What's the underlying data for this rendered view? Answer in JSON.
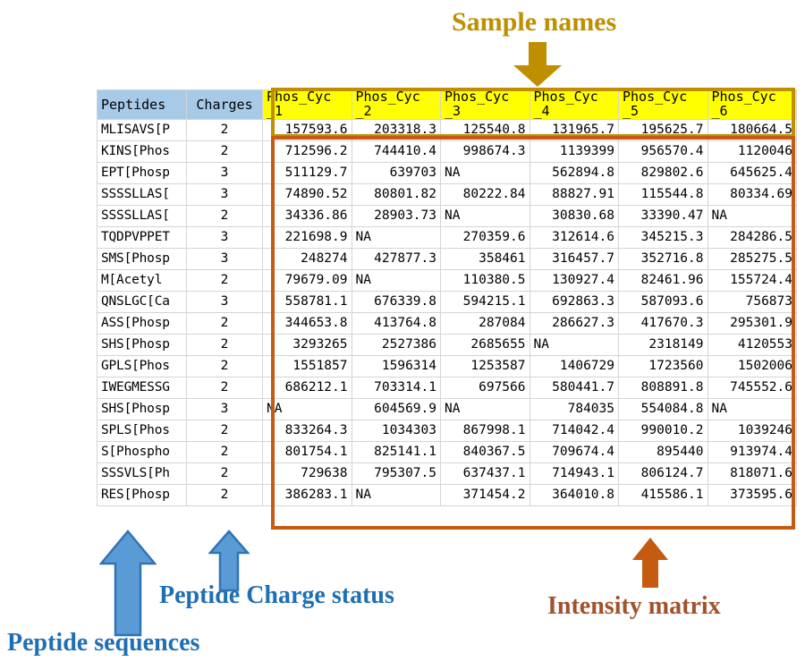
{
  "annotations": {
    "sample_names": "Sample names",
    "peptide_sequences": "Peptide sequences",
    "peptide_charge_status": "Peptide Charge status",
    "intensity_matrix": "Intensity matrix"
  },
  "colors": {
    "sample_names_accent": "#bf8f00",
    "intensity_accent": "#c55a11",
    "annotation_blue": "#1f6fb4",
    "header_blue": "#a6cae8",
    "header_yellow": "#ffff00"
  },
  "table": {
    "headers": {
      "peptides": "Peptides",
      "charges": "Charges",
      "samples": [
        "Phos_Cyc_1",
        "Phos_Cyc_2",
        "Phos_Cyc_3",
        "Phos_Cyc_4",
        "Phos_Cyc_5",
        "Phos_Cyc_6"
      ]
    },
    "rows": [
      {
        "peptide": "MLISAVS[P",
        "charge": "2",
        "values": [
          "157593.6",
          "203318.3",
          "125540.8",
          "131965.7",
          "195625.7",
          "180664.5"
        ]
      },
      {
        "peptide": "KINS[Phos",
        "charge": "2",
        "values": [
          "712596.2",
          "744410.4",
          "998674.3",
          "1139399",
          "956570.4",
          "1120046"
        ]
      },
      {
        "peptide": "EPT[Phosp",
        "charge": "3",
        "values": [
          "511129.7",
          "639703",
          "NA",
          "562894.8",
          "829802.6",
          "645625.4"
        ]
      },
      {
        "peptide": "SSSSLLAS[",
        "charge": "3",
        "values": [
          "74890.52",
          "80801.82",
          "80222.84",
          "88827.91",
          "115544.8",
          "80334.69"
        ]
      },
      {
        "peptide": "SSSSLLAS[",
        "charge": "2",
        "values": [
          "34336.86",
          "28903.73",
          "NA",
          "30830.68",
          "33390.47",
          "NA"
        ]
      },
      {
        "peptide": "TQDPVPPET",
        "charge": "3",
        "values": [
          "221698.9",
          "NA",
          "270359.6",
          "312614.6",
          "345215.3",
          "284286.5"
        ]
      },
      {
        "peptide": "SMS[Phosp",
        "charge": "3",
        "values": [
          "248274",
          "427877.3",
          "358461",
          "316457.7",
          "352716.8",
          "285275.5"
        ]
      },
      {
        "peptide": "M[Acetyl",
        "charge": "2",
        "values": [
          "79679.09",
          "NA",
          "110380.5",
          "130927.4",
          "82461.96",
          "155724.4"
        ]
      },
      {
        "peptide": "QNSLGC[Ca",
        "charge": "3",
        "values": [
          "558781.1",
          "676339.8",
          "594215.1",
          "692863.3",
          "587093.6",
          "756873"
        ]
      },
      {
        "peptide": "ASS[Phosp",
        "charge": "2",
        "values": [
          "344653.8",
          "413764.8",
          "287084",
          "286627.3",
          "417670.3",
          "295301.9"
        ]
      },
      {
        "peptide": "SHS[Phosp",
        "charge": "2",
        "values": [
          "3293265",
          "2527386",
          "2685655",
          "NA",
          "2318149",
          "4120553"
        ]
      },
      {
        "peptide": "GPLS[Phos",
        "charge": "2",
        "values": [
          "1551857",
          "1596314",
          "1253587",
          "1406729",
          "1723560",
          "1502006"
        ]
      },
      {
        "peptide": "IWEGMESSG",
        "charge": "2",
        "values": [
          "686212.1",
          "703314.1",
          "697566",
          "580441.7",
          "808891.8",
          "745552.6"
        ]
      },
      {
        "peptide": "SHS[Phosp",
        "charge": "3",
        "values": [
          "NA",
          "604569.9",
          "NA",
          "784035",
          "554084.8",
          "NA"
        ]
      },
      {
        "peptide": "SPLS[Phos",
        "charge": "2",
        "values": [
          "833264.3",
          "1034303",
          "867998.1",
          "714042.4",
          "990010.2",
          "1039246"
        ]
      },
      {
        "peptide": "S[Phospho",
        "charge": "2",
        "values": [
          "801754.1",
          "825141.1",
          "840367.5",
          "709674.4",
          "895440",
          "913974.4"
        ]
      },
      {
        "peptide": "SSSVLS[Ph",
        "charge": "2",
        "values": [
          "729638",
          "795307.5",
          "637437.1",
          "714943.1",
          "806124.7",
          "818071.6"
        ]
      },
      {
        "peptide": "RES[Phosp",
        "charge": "2",
        "values": [
          "386283.1",
          "NA",
          "371454.2",
          "364010.8",
          "415586.1",
          "373595.6"
        ]
      }
    ]
  }
}
